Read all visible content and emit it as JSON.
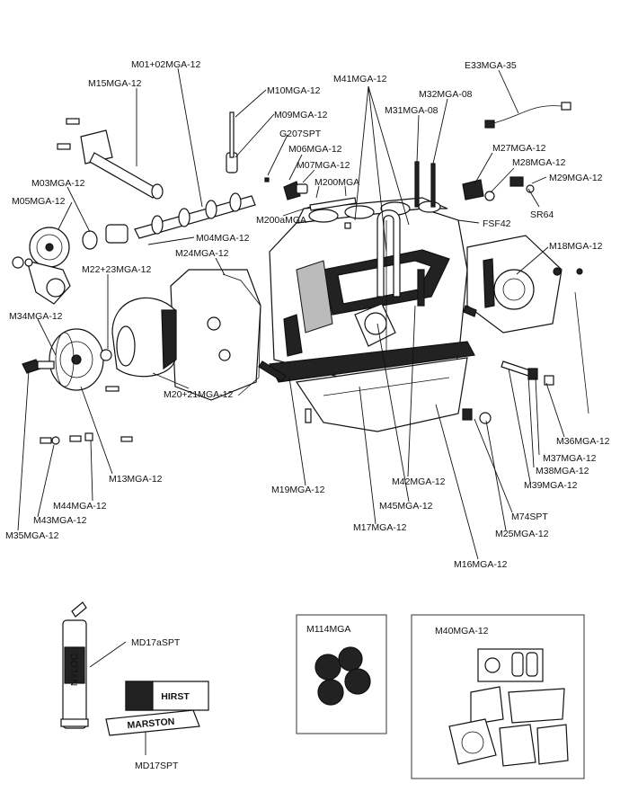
{
  "labels": {
    "m01_02": "M01+02MGA-12",
    "m15": "M15MGA-12",
    "m10": "M10MGA-12",
    "m09": "M09MGA-12",
    "g207": "G207SPT",
    "m06": "M06MGA-12",
    "m07": "M07MGA-12",
    "m200": "M200MGA",
    "m200a": "M200aMGA",
    "m41": "M41MGA-12",
    "m32": "M32MGA-08",
    "m31": "M31MGA-08",
    "e33": "E33MGA-35",
    "m27": "M27MGA-12",
    "m28": "M28MGA-12",
    "m29": "M29MGA-12",
    "sr64": "SR64",
    "fsf42": "FSF42",
    "m03": "M03MGA-12",
    "m05": "M05MGA-12",
    "m04": "M04MGA-12",
    "m24": "M24MGA-12",
    "m22_23": "M22+23MGA-12",
    "m18": "M18MGA-12",
    "m34": "M34MGA-12",
    "m20_21": "M20+21MGA-12",
    "m36": "M36MGA-12",
    "m37": "M37MGA-12",
    "m38": "M38MGA-12",
    "m39": "M39MGA-12",
    "m13": "M13MGA-12",
    "m42": "M42MGA-12",
    "m19": "M19MGA-12",
    "m44": "M44MGA-12",
    "m45": "M45MGA-12",
    "m43": "M43MGA-12",
    "m74": "M74SPT",
    "m35": "M35MGA-12",
    "m17": "M17MGA-12",
    "m25": "M25MGA-12",
    "m16": "M16MGA-12",
    "md17a": "MD17aSPT",
    "md17": "MD17SPT",
    "m114": "M114MGA",
    "m40": "M40MGA-12"
  },
  "product_text": {
    "tube_brand": "NYLOC",
    "box_brand": "HIRST",
    "tube2_brand": "MARSTON"
  }
}
